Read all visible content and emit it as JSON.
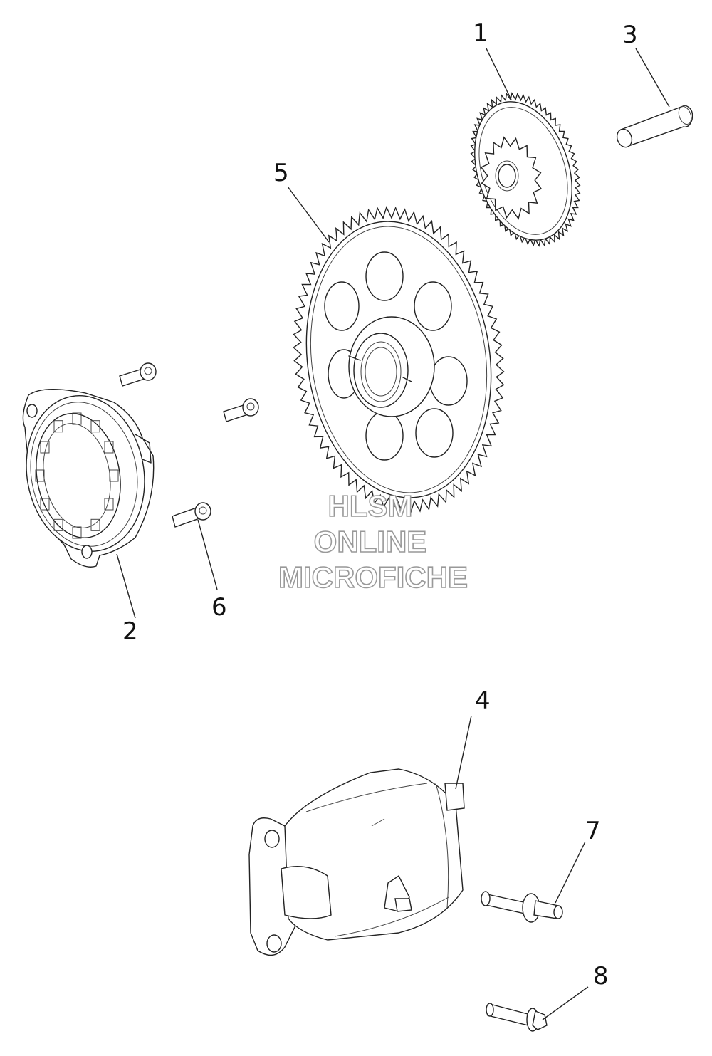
{
  "callouts": [
    {
      "label": "1"
    },
    {
      "label": "2"
    },
    {
      "label": "3"
    },
    {
      "label": "4"
    },
    {
      "label": "5"
    },
    {
      "label": "6"
    },
    {
      "label": "7"
    },
    {
      "label": "8"
    }
  ],
  "watermark": {
    "line1": "HLSM",
    "line2": "ONLINE",
    "line3": "MICROFICHE"
  },
  "colors": {
    "line": "#222222",
    "background": "#ffffff",
    "watermark_stroke": "#999999"
  }
}
